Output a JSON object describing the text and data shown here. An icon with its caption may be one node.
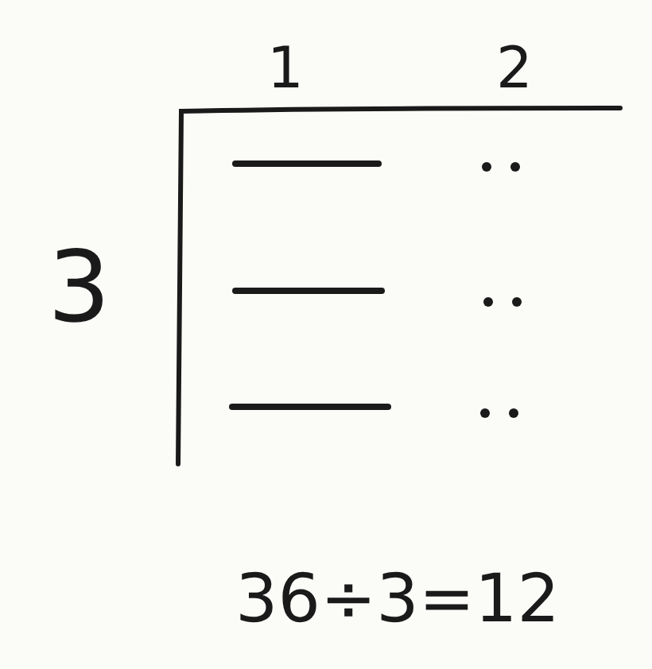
{
  "diagram": {
    "labels": [
      "1",
      "2",
      "3",
      "36÷3=12"
    ]
  }
}
